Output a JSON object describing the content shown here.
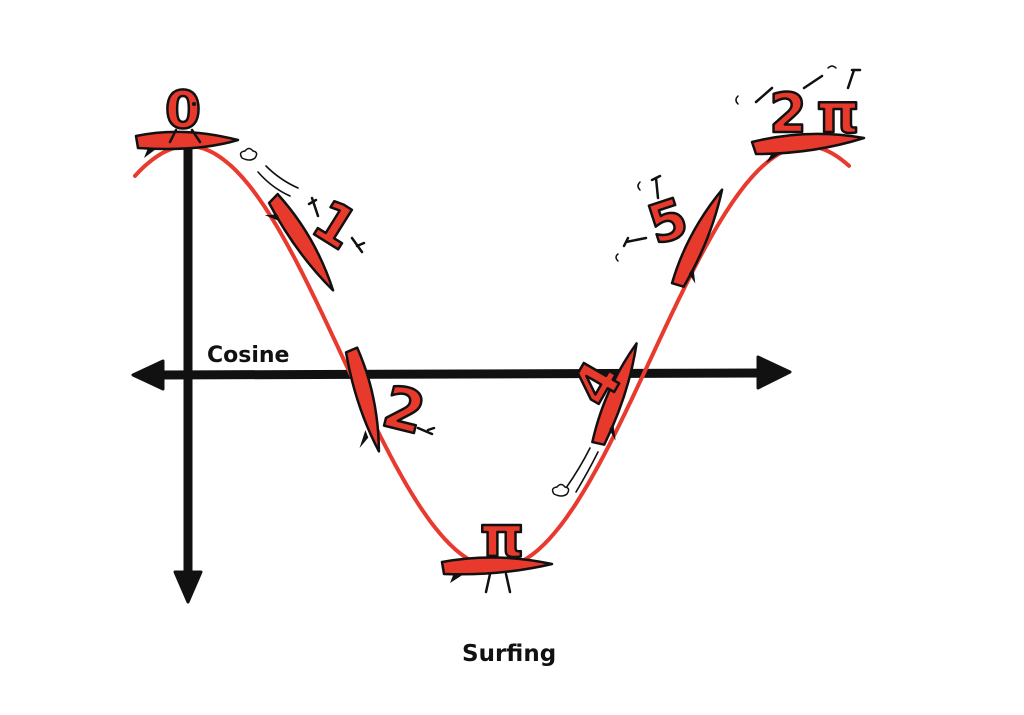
{
  "labels": {
    "axis_label": "Cosine",
    "caption": "Surfing"
  },
  "surfers": {
    "zero": "0",
    "one": "1",
    "two": "2",
    "pi": "π",
    "four": "4",
    "five": "5",
    "two_pi_coefficient": "2",
    "two_pi_symbol": "π"
  },
  "colors": {
    "ink": "#111111",
    "curve": "#e83a2e",
    "character_fill": "#e8392d",
    "background": "#ffffff"
  }
}
